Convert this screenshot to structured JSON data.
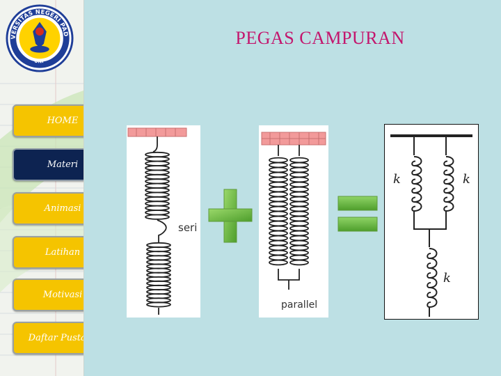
{
  "slide": {
    "title": "PEGAS CAMPURAN"
  },
  "logo": {
    "ring_text": "UNIVERSITAS NEGERI PADANG",
    "bottom_text": "UNP",
    "colors": {
      "ring": "#1f3e98",
      "inner": "#ffd200",
      "accent": "#d52b1e"
    }
  },
  "nav": {
    "items": [
      {
        "label": "HOME",
        "active": false
      },
      {
        "label": "Materi",
        "active": true
      },
      {
        "label": "Animasi",
        "active": false
      },
      {
        "label": "Latihan",
        "active": false
      },
      {
        "label": "Motivasi",
        "active": false
      },
      {
        "label": "Daftar Pustaka",
        "active": false
      }
    ],
    "colors": {
      "button": "#f5c400",
      "active": "#0d2351",
      "text": "#ffffff"
    }
  },
  "figures": {
    "series_label": "seri",
    "parallel_label": "parallel",
    "k_label": "k",
    "operators": [
      "plus-icon",
      "equals-icon"
    ],
    "colors": {
      "ceiling": "#f29a9a",
      "plus": "#6fbf3c",
      "equals": "#5cb236"
    }
  },
  "colors": {
    "background": "#bde0e4",
    "title": "#c3166d"
  }
}
